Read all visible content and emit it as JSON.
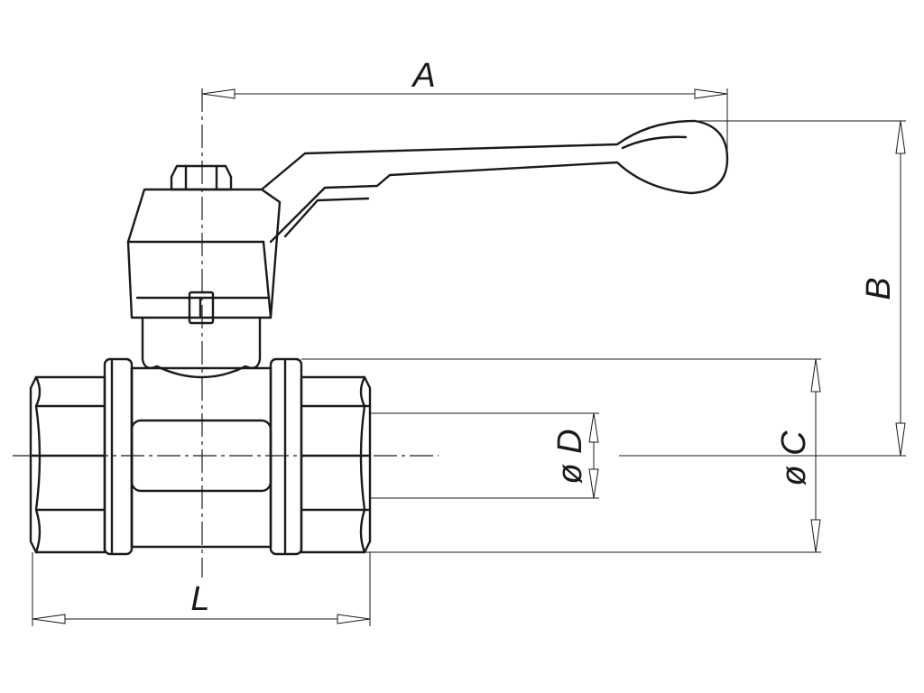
{
  "dimensions": {
    "a": {
      "label": "A"
    },
    "b": {
      "label": "B"
    },
    "c": {
      "label": "ø C"
    },
    "d": {
      "label": "ø D"
    },
    "l": {
      "label": "L"
    }
  },
  "colors": {
    "line": "#1a1a1a",
    "background": "#ffffff"
  }
}
